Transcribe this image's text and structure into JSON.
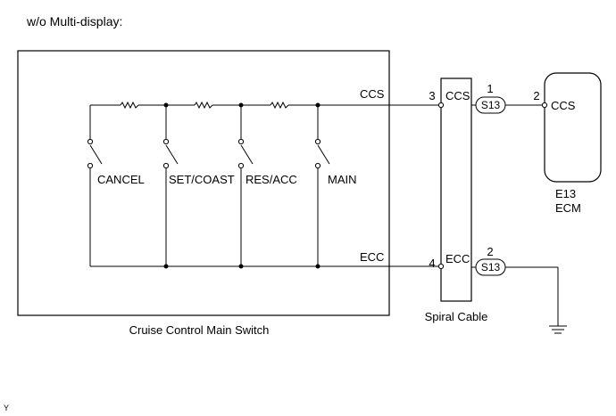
{
  "header": {
    "title": "w/o Multi-display:"
  },
  "switch_box": {
    "label": "Cruise Control Main Switch",
    "line_ccs": "CCS",
    "line_ecc": "ECC",
    "switches": [
      "CANCEL",
      "SET/COAST",
      "RES/ACC",
      "MAIN"
    ]
  },
  "spiral_cable": {
    "label": "Spiral Cable",
    "pin_ccs": {
      "num": "3",
      "name": "CCS"
    },
    "pin_ecc": {
      "num": "4",
      "name": "ECC"
    }
  },
  "connectors": {
    "upper": {
      "name": "S13",
      "pin": "1"
    },
    "lower": {
      "name": "S13",
      "pin": "2"
    }
  },
  "ecm": {
    "pin": {
      "num": "2",
      "name": "CCS"
    },
    "code": "E13",
    "name": "ECM"
  },
  "footer": {
    "mark": "Y"
  }
}
